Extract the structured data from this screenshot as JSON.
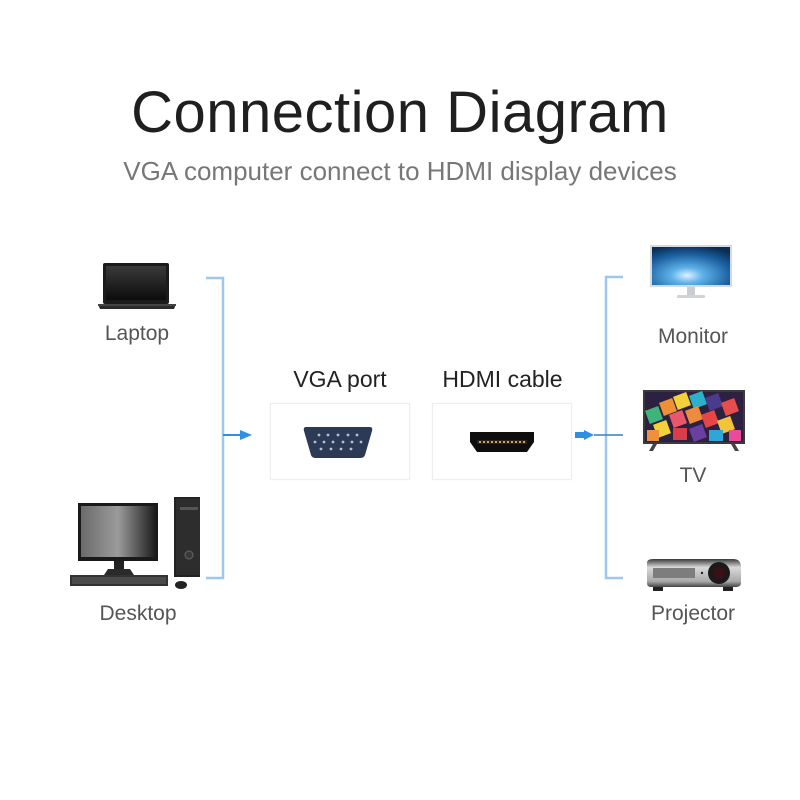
{
  "header": {
    "title": "Connection Diagram",
    "subtitle": "VGA computer connect to HDMI display devices"
  },
  "sources": [
    {
      "label": "Laptop",
      "icon": "laptop-icon"
    },
    {
      "label": "Desktop",
      "icon": "desktop-computer-icon"
    }
  ],
  "middle": {
    "vga": {
      "label": "VGA port",
      "icon": "vga-port-icon"
    },
    "hdmi": {
      "label": "HDMI cable",
      "icon": "hdmi-port-icon"
    }
  },
  "displays": [
    {
      "label": "Monitor",
      "icon": "monitor-icon"
    },
    {
      "label": "TV",
      "icon": "tv-icon"
    },
    {
      "label": "Projector",
      "icon": "projector-icon"
    }
  ],
  "colors": {
    "connector_line": "#9cc8ee",
    "arrow": "#2f8fe0",
    "title": "#1f1f1f",
    "subtitle": "#777777"
  }
}
